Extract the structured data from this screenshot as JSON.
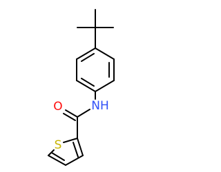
{
  "molecule": {
    "atoms": {
      "oxygen": {
        "symbol": "O",
        "color": "#ff0d0d"
      },
      "amide_nitrogen": {
        "symbol": "NH",
        "color": "#3050f8"
      },
      "sulfur": {
        "symbol": "S",
        "color": "#c8b400"
      }
    },
    "bond_color": "#000000",
    "background": "#ffffff"
  }
}
